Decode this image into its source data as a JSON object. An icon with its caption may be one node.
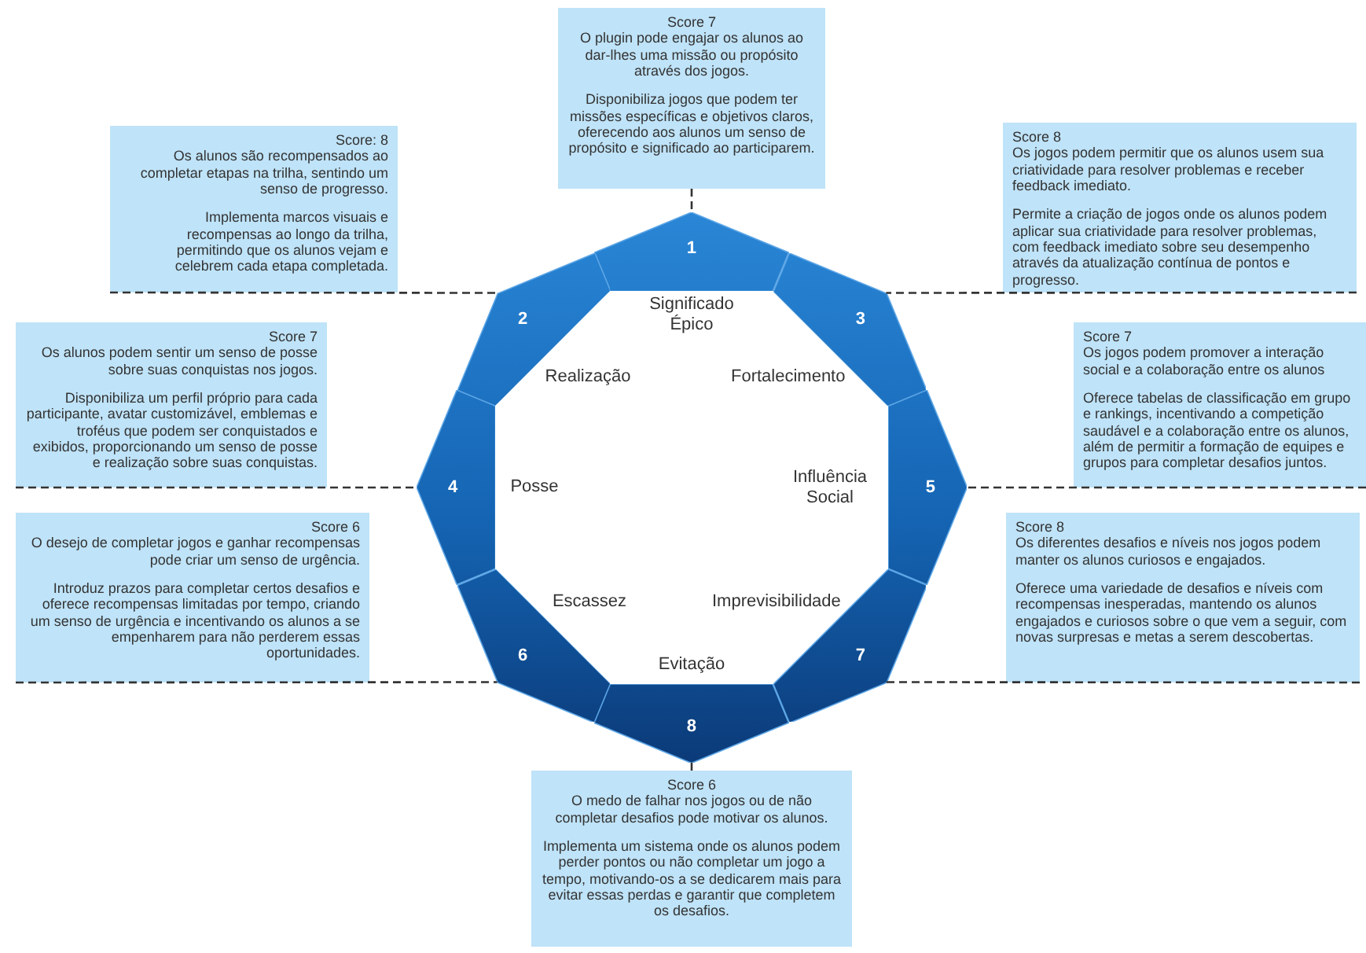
{
  "diagram": {
    "nodes": [
      {
        "text": [
          "Score 7",
          "O plugin pode engajar os alunos ao dar-lhes uma missão ou propósito através dos jogos.",
          "Disponibiliza jogos que podem ter missões específicas e objetivos claros, oferecendo aos alunos um senso de propósito e significado ao participarem."
        ]
      },
      {
        "text": [
          "1"
        ]
      },
      {
        "text": [
          "Score: 8",
          "Os alunos são recompensados ao completar etapas na trilha, sentindo um senso de progresso.",
          "Implementa marcos visuais e recompensas ao longo da trilha, permitindo que os alunos vejam e celebrem cada etapa completada."
        ]
      },
      {
        "text": [
          "2"
        ]
      },
      {
        "text": [
          "Score 8",
          "Os jogos podem permitir que os alunos usem sua criatividade para resolver problemas e receber feedback imediato.",
          "Permite a criação de jogos onde os alunos podem aplicar sua criatividade para resolver problemas, com feedback imediato sobre seu desempenho através da atualização contínua de pontos e progresso."
        ]
      },
      {
        "text": [
          "3"
        ]
      },
      {
        "text": [
          "Score 7",
          "Os alunos podem sentir um senso de posse sobre suas conquistas nos jogos.",
          "Disponibiliza um perfil próprio para cada participante, avatar customizável, emblemas e troféus que podem ser conquistados e exibidos, proporcionando um senso de posse e realização sobre suas conquistas."
        ]
      },
      {
        "text": [
          "4"
        ]
      },
      {
        "text": [
          "Score 7",
          "Os jogos podem promover a interação social e a colaboração entre os alunos",
          "Oferece tabelas de classificação em grupo e rankings, incentivando a competição saudável e a colaboração entre os alunos, além de permitir a formação de equipes e grupos para completar desafios juntos."
        ]
      },
      {
        "text": [
          "5"
        ]
      },
      {
        "text": [
          "Score 6",
          "O desejo de completar jogos e ganhar recompensas pode criar um senso de urgência.",
          "Introduz prazos para completar certos desafios e oferece recompensas limitadas por tempo, criando um senso de urgência e incentivando os alunos a se empenharem para não perderem essas oportunidades."
        ]
      },
      {
        "text": [
          "6"
        ]
      },
      {
        "text": [
          "Score 8",
          "Os diferentes desafios e níveis nos jogos podem manter os alunos curiosos e engajados.",
          "Oferece uma variedade de desafios e níveis com recompensas inesperadas, mantendo os alunos engajados e curiosos sobre o que vem a seguir, com novas surpresas e metas a serem descobertas."
        ]
      },
      {
        "text": [
          "7"
        ]
      },
      {
        "text": [
          "Significado Épico",
          "Realização",
          "Fortalecimento",
          "Posse",
          "Influência Social",
          "Escassez",
          "Imprevisibilidade",
          "Evitação"
        ]
      },
      {
        "text": [
          "8"
        ]
      },
      {
        "text": [
          "Score 6",
          "O medo de falhar nos jogos ou de não completar desafios pode motivar os alunos.",
          "Implementa um sistema onde os alunos podem perder pontos ou não completar um jogo a tempo, motivando-os a se dedicarem mais para evitar essas perdas e garantir que completem os desafios."
        ]
      }
    ],
    "edges": [
      {
        "from": 0,
        "to": 1,
        "arrow": "none",
        "style": "dashed"
      },
      {
        "from": 2,
        "to": 3,
        "arrow": "none",
        "style": "dashed"
      },
      {
        "from": 4,
        "to": 5,
        "arrow": "none",
        "style": "dashed"
      },
      {
        "from": 6,
        "to": 7,
        "arrow": "none",
        "style": "dashed"
      },
      {
        "from": 8,
        "to": 9,
        "arrow": "none",
        "style": "dashed"
      },
      {
        "from": 10,
        "to": 11,
        "arrow": "none",
        "style": "dashed"
      },
      {
        "from": 12,
        "to": 13,
        "arrow": "none",
        "style": "dashed"
      },
      {
        "from": 16,
        "to": 15,
        "arrow": "none",
        "style": "dashed"
      }
    ]
  }
}
